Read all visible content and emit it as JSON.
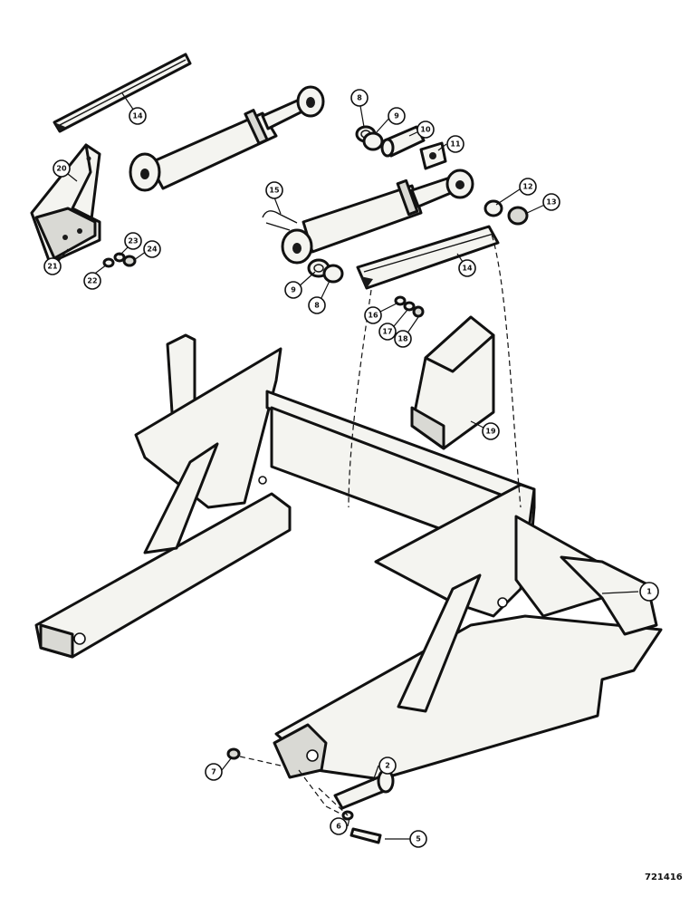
{
  "drawing_number": "721416",
  "callouts": [
    {
      "id": "c1",
      "label": "1"
    },
    {
      "id": "c2",
      "label": "2"
    },
    {
      "id": "c5",
      "label": "5"
    },
    {
      "id": "c6",
      "label": "6"
    },
    {
      "id": "c7",
      "label": "7"
    },
    {
      "id": "c8a",
      "label": "8"
    },
    {
      "id": "c9a",
      "label": "9"
    },
    {
      "id": "c10",
      "label": "10"
    },
    {
      "id": "c11",
      "label": "11"
    },
    {
      "id": "c12",
      "label": "12"
    },
    {
      "id": "c13",
      "label": "13"
    },
    {
      "id": "c14a",
      "label": "14"
    },
    {
      "id": "c14b",
      "label": "14"
    },
    {
      "id": "c15",
      "label": "15"
    },
    {
      "id": "c16",
      "label": "16"
    },
    {
      "id": "c17",
      "label": "17"
    },
    {
      "id": "c18",
      "label": "18"
    },
    {
      "id": "c19",
      "label": "19"
    },
    {
      "id": "c8b",
      "label": "8"
    },
    {
      "id": "c9b",
      "label": "9"
    },
    {
      "id": "c20",
      "label": "20"
    },
    {
      "id": "c21",
      "label": "21"
    },
    {
      "id": "c22",
      "label": "22"
    },
    {
      "id": "c23",
      "label": "23"
    },
    {
      "id": "c24",
      "label": "24"
    }
  ]
}
